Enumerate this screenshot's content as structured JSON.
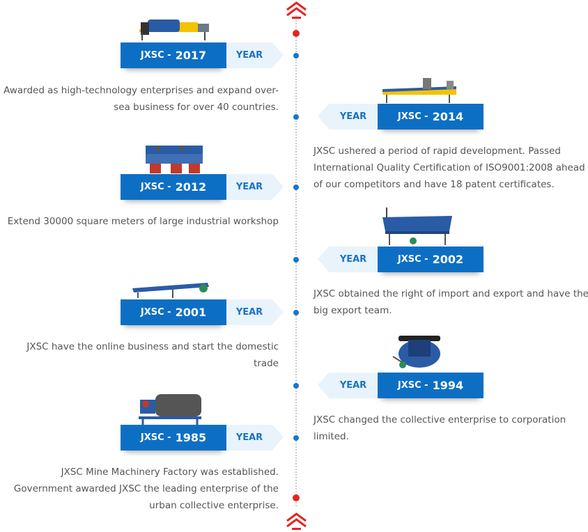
{
  "brand": "JXSC",
  "year_tag": "YEAR",
  "separator": "-",
  "colors": {
    "primary_blue": "#0d6fc4",
    "light_blue": "#e8f3fc",
    "dot_red": "#e52420",
    "text_gray": "#555555"
  },
  "entries": [
    {
      "year": "2017",
      "side": "left",
      "text": "Awarded as high-technology enterprises and expand over-sea business for over 40 countries.",
      "image": "rotary-scrubber-machine"
    },
    {
      "year": "2014",
      "side": "right",
      "text": "JXSC ushered a period of rapid development. Passed International Quality Certification of ISO9001:2008 ahead of our competitors and have 18 patent certificates.",
      "image": "shaking-table-machine"
    },
    {
      "year": "2012",
      "side": "left",
      "text": "Extend 30000 square meters of large industrial workshop",
      "image": "jig-separator-machine"
    },
    {
      "year": "2002",
      "side": "right",
      "text": "JXSC obtained the right of import and export and have the big export team.",
      "image": "vibrating-screen-machine"
    },
    {
      "year": "2001",
      "side": "left",
      "text": "JXSC have the online business and start the domestic trade",
      "image": "belt-conveyor-machine"
    },
    {
      "year": "1994",
      "side": "right",
      "text": "JXSC changed the collective enterprise to corporation limited.",
      "image": "wet-pan-mill-machine"
    },
    {
      "year": "1985",
      "side": "left",
      "text": "JXSC Mine Machinery Factory was established. Government awarded JXSC the leading enterprise of the urban collective enterprise.",
      "image": "magnetic-separator-machine"
    }
  ]
}
